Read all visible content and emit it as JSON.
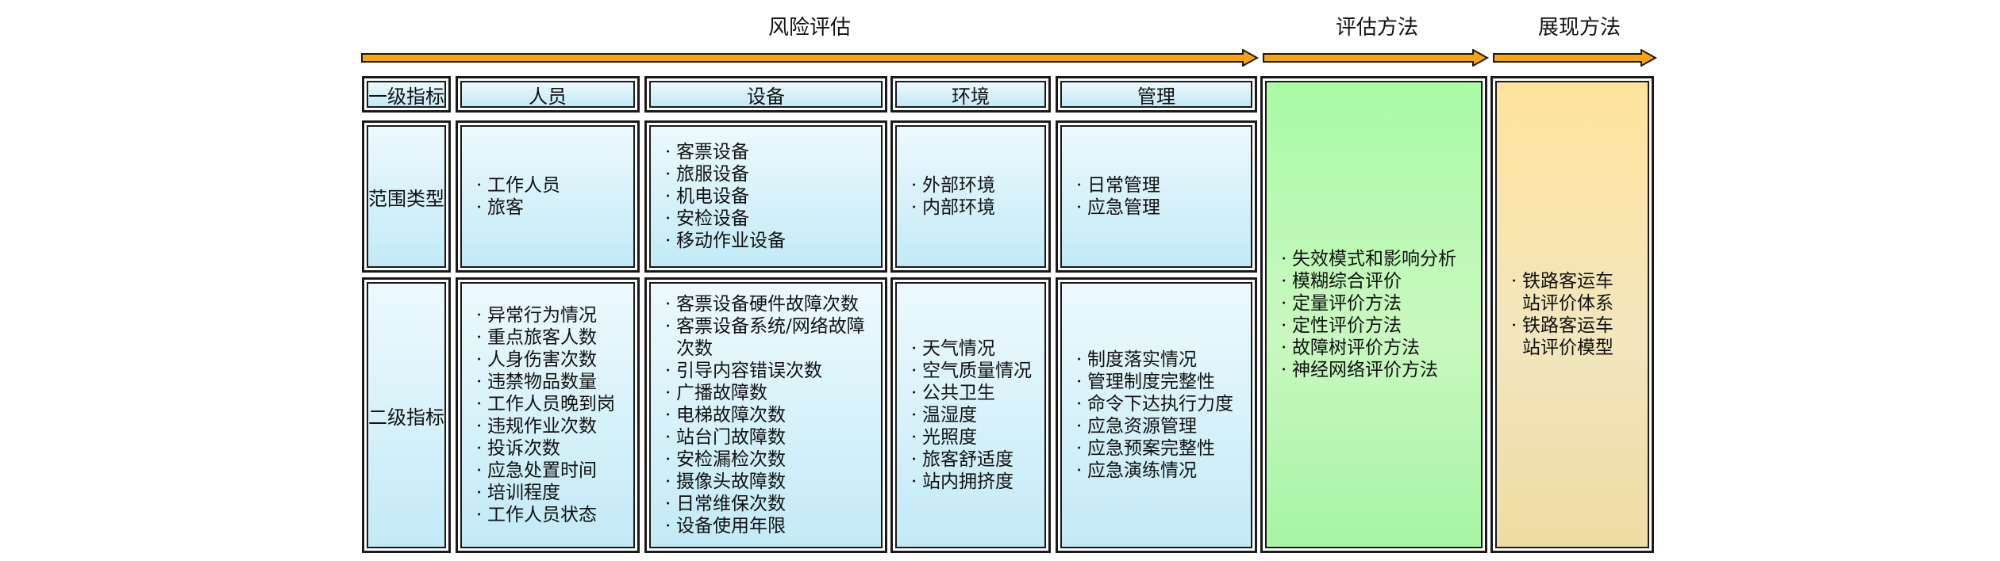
{
  "headers": {
    "risk": "风险评估",
    "method": "评估方法",
    "display": "展现方法"
  },
  "colors": {
    "arrow": "#f5a30f",
    "cell_gradient": [
      "#edf9fd",
      "#c2eaf6"
    ],
    "method_panel": "#b0f7a9",
    "display_panel": "#f3e3b3"
  },
  "row_labels": {
    "level1": "一级指标",
    "scope": "范围类型",
    "level2": "二级指标"
  },
  "columns": [
    {
      "name": "人员",
      "scope": [
        "工作人员",
        "旅客"
      ],
      "indicators": [
        "异常行为情况",
        "重点旅客人数",
        "人身伤害次数",
        "违禁物品数量",
        "工作人员晚到岗",
        "违规作业次数",
        "投诉次数",
        "应急处置时间",
        "培训程度",
        "工作人员状态"
      ]
    },
    {
      "name": "设备",
      "scope": [
        "客票设备",
        "旅服设备",
        "机电设备",
        "安检设备",
        "移动作业设备"
      ],
      "indicators": [
        "客票设备硬件故障次数",
        "客票设备系统/网络故障次数",
        "引导内容错误次数",
        "广播故障数",
        "电梯故障次数",
        "站台门故障数",
        "安检漏检次数",
        "摄像头故障数",
        "日常维保次数",
        "设备使用年限"
      ]
    },
    {
      "name": "环境",
      "scope": [
        "外部环境",
        "内部环境"
      ],
      "indicators": [
        "天气情况",
        "空气质量情况",
        "公共卫生",
        "温湿度",
        "光照度",
        "旅客舒适度",
        "站内拥挤度"
      ]
    },
    {
      "name": "管理",
      "scope": [
        "日常管理",
        "应急管理"
      ],
      "indicators": [
        "制度落实情况",
        "管理制度完整性",
        "命令下达执行力度",
        "应急资源管理",
        "应急预案完整性",
        "应急演练情况"
      ]
    }
  ],
  "methods": [
    "失效模式和影响分析",
    "模糊综合评价",
    "定量评价方法",
    "定性评价方法",
    "故障树评价方法",
    "神经网络评价方法"
  ],
  "display_methods": [
    "铁路客运车站评价体系",
    "铁路客运车站评价模型"
  ]
}
